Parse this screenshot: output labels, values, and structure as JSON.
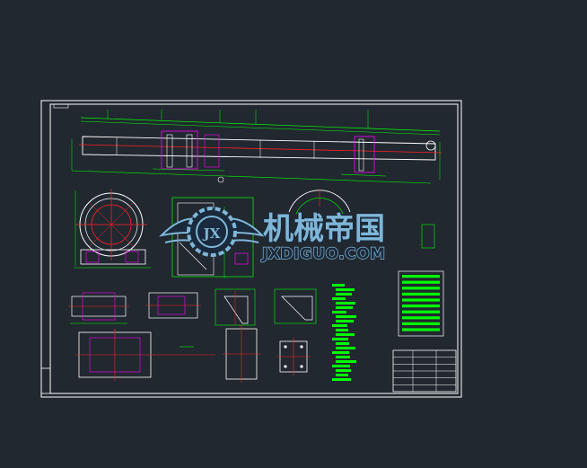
{
  "app": {
    "canvas_background": "#212830",
    "drawing_line_color": "#ffffff",
    "dimension_color": "#00ff00",
    "centerline_color": "#ff2020",
    "hatch_color": "#ff00ff"
  },
  "drawing": {
    "title_block": {
      "label": "",
      "rows": 6
    },
    "notes_panel": {
      "lines": 22
    },
    "parts_table": {
      "rows": 10
    }
  },
  "watermark": {
    "brand_cn": "机械帝国",
    "brand_url": "JXDIGUO.COM",
    "emblem_letters": "JX",
    "primary_color": "#7fb6d8",
    "dark_color": "#1a2a3c"
  }
}
